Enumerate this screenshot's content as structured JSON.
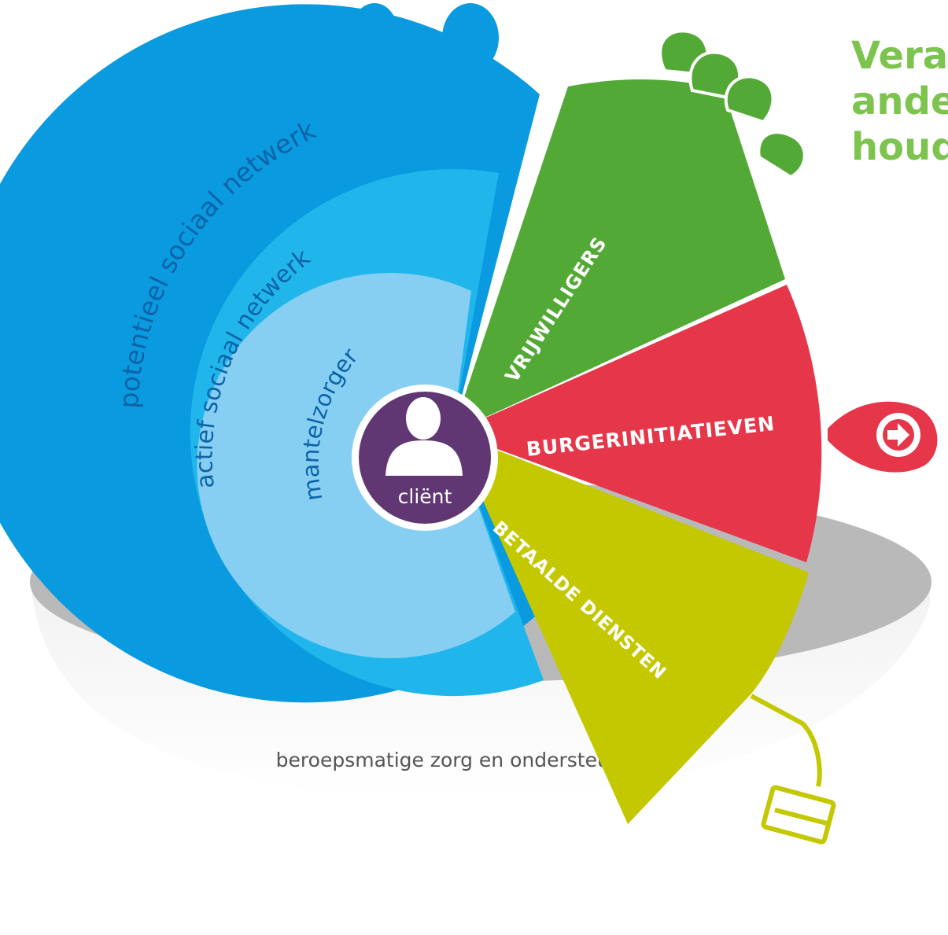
{
  "heading": {
    "lines": [
      "Vera",
      "ande",
      "houd"
    ]
  },
  "rings": {
    "potential_network": "potentieel sociaal netwerk",
    "active_network": "actief sociaal netwerk",
    "caregiver": "mantelzorger"
  },
  "client": {
    "label": "cliënt",
    "icon": "person-icon"
  },
  "segments": {
    "volunteers": "VRIJWILLIGERS",
    "citizen_initiatives": "BURGERINITIATIEVEN",
    "paid_services": "BETAALDE DIENSTEN"
  },
  "base": {
    "label": "beroepsmatige zorg en ondersteuning"
  },
  "colors": {
    "outer_ring": "#0a9ae0",
    "middle_ring": "#20b6ec",
    "inner_ring": "#86cff2",
    "client": "#603772",
    "volunteers": "#53a935",
    "citizen_initiatives": "#e6374a",
    "paid_services": "#c3c800",
    "base": "#b9b9b9",
    "heading": "#7dc44f"
  }
}
